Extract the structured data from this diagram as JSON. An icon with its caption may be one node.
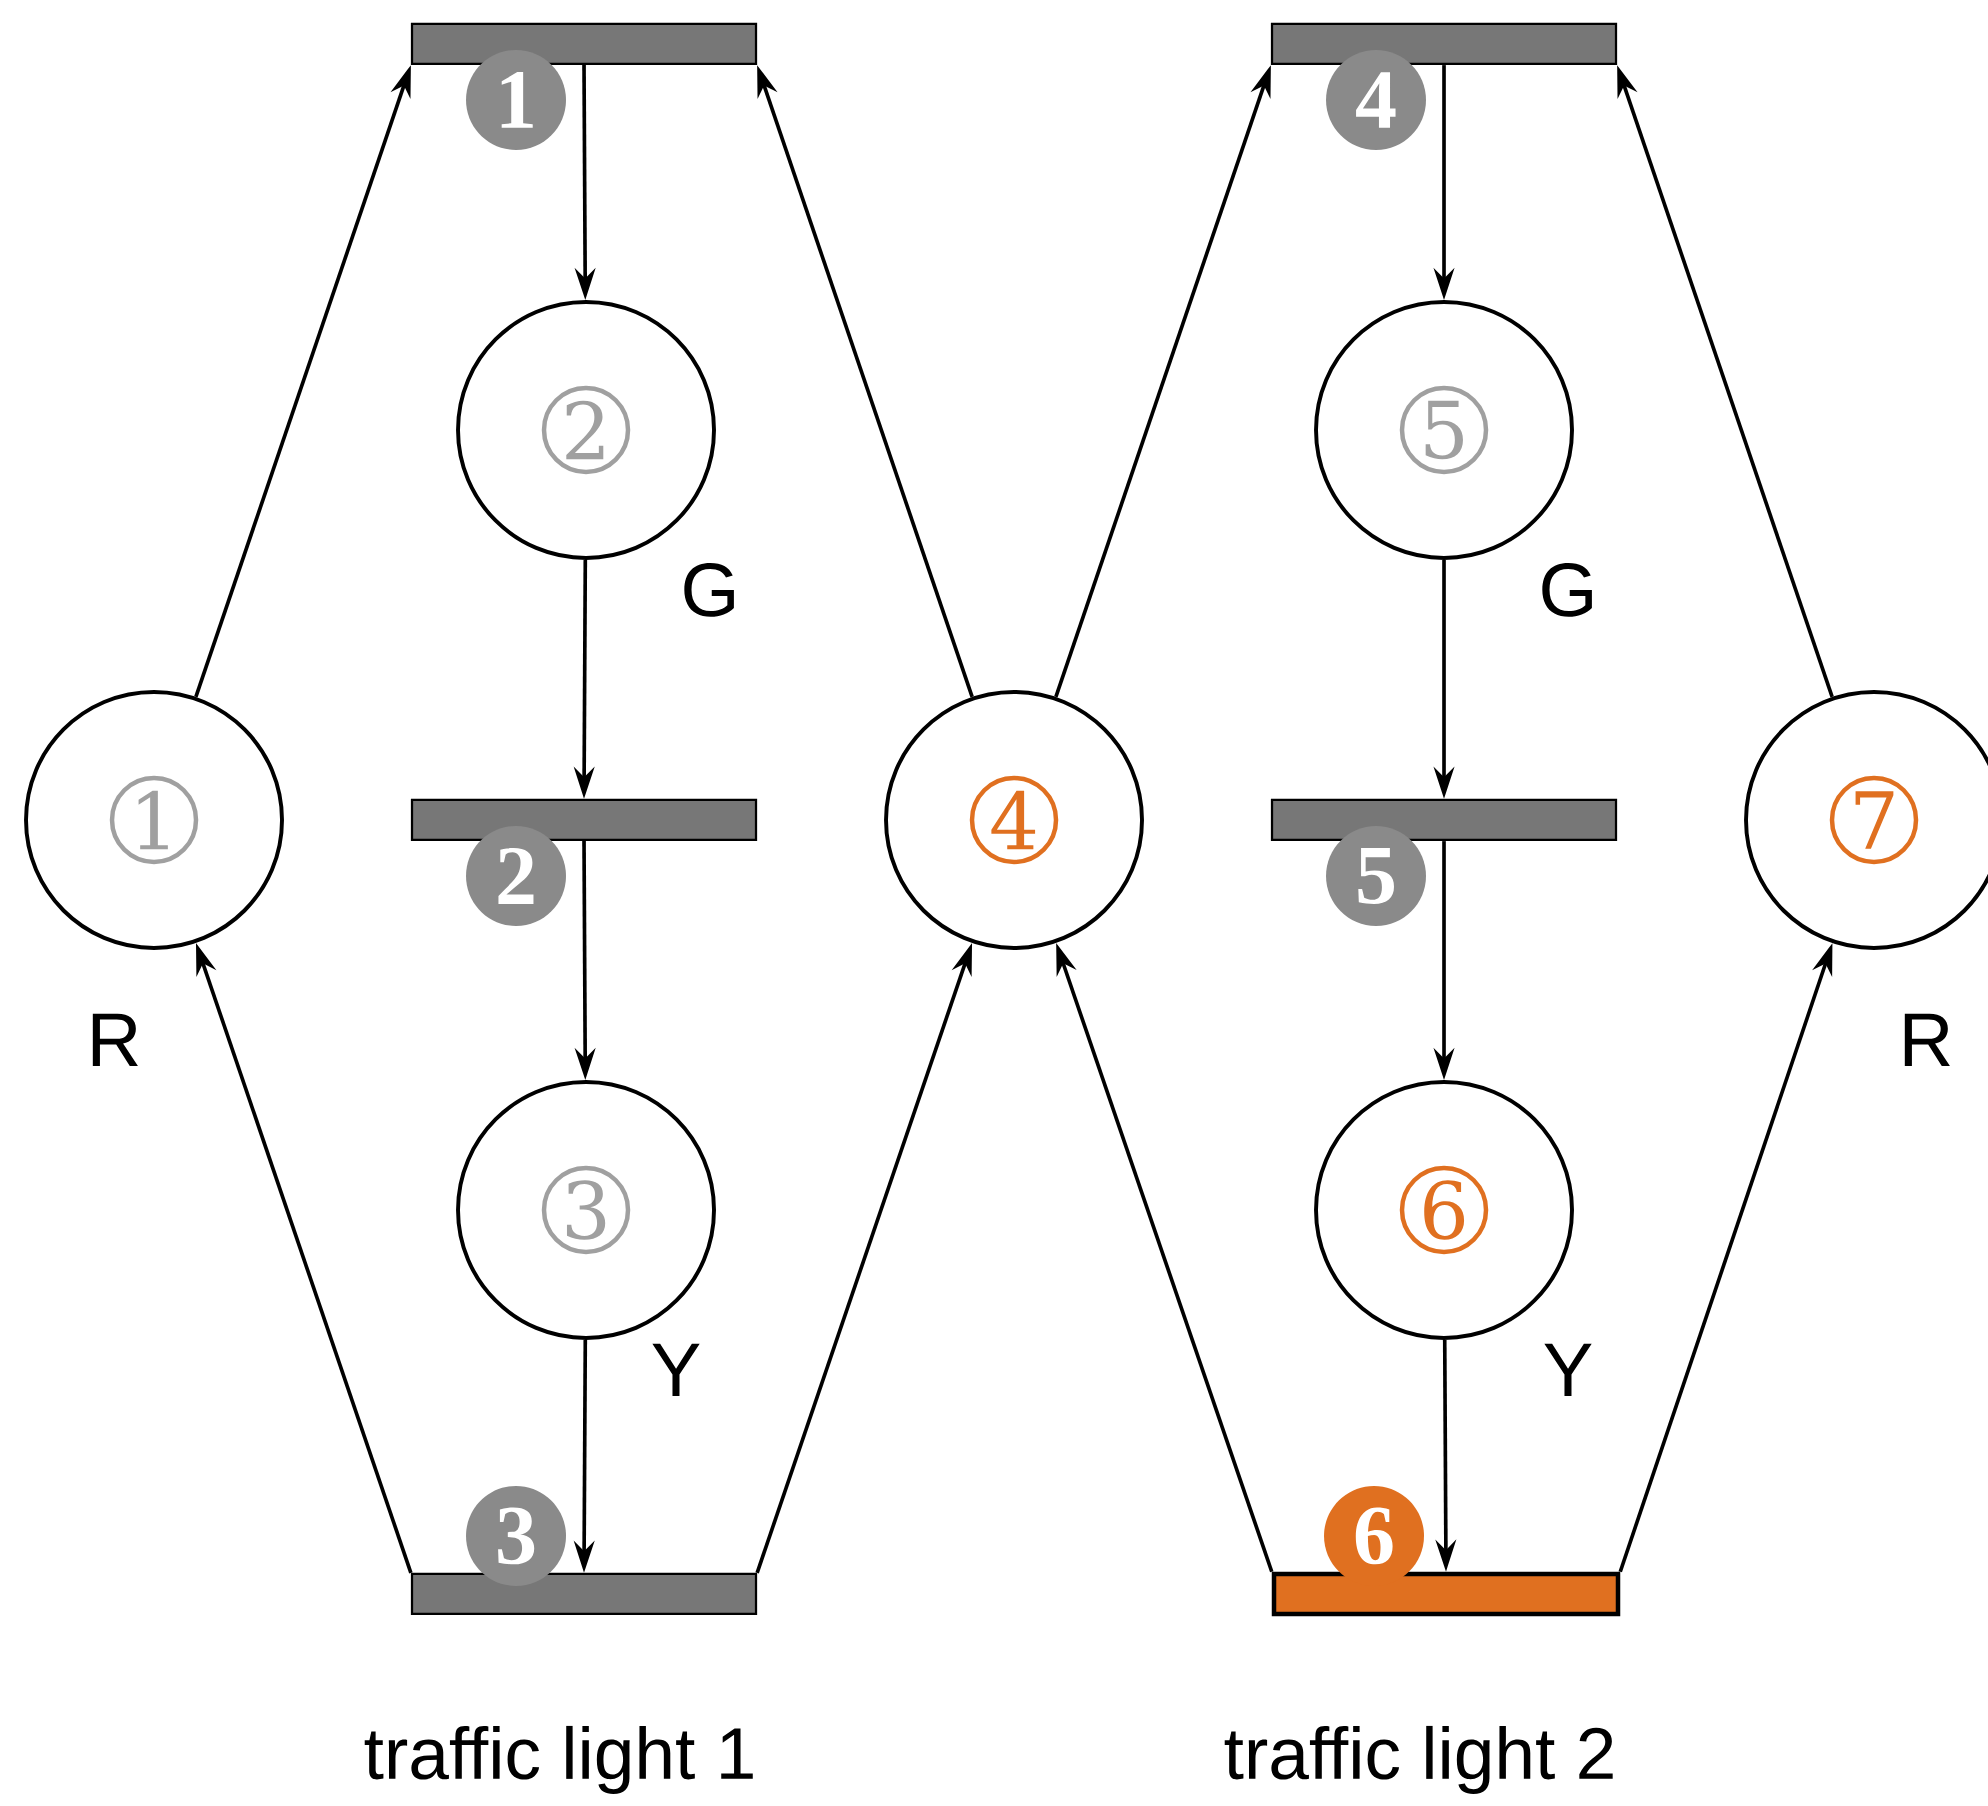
{
  "diagram": {
    "nodes": [
      {
        "text": [],
        "shape": "bar",
        "beside": [
          "1"
        ]
      },
      {
        "text": [],
        "shape": "bar",
        "beside": [
          "4"
        ]
      },
      {
        "text": [
          "2"
        ],
        "beside": [
          "G"
        ]
      },
      {
        "text": [
          "5"
        ],
        "beside": [
          "G"
        ]
      },
      {
        "text": [
          "1"
        ],
        "beside": [
          "R"
        ]
      },
      {
        "text": [],
        "shape": "bar",
        "beside": [
          "2"
        ]
      },
      {
        "text": [
          "4"
        ]
      },
      {
        "text": [],
        "shape": "bar",
        "beside": [
          "5"
        ]
      },
      {
        "text": [
          "7"
        ],
        "beside": [
          "R"
        ]
      },
      {
        "text": [
          "3"
        ],
        "beside": [
          "Y"
        ]
      },
      {
        "text": [
          "6"
        ],
        "beside": [
          "Y"
        ]
      },
      {
        "text": [],
        "shape": "bar",
        "beside": [
          "3"
        ]
      },
      {
        "text": [],
        "shape": "bar",
        "beside": [
          "6"
        ]
      }
    ],
    "edges": [
      {
        "from": 4,
        "to": 0,
        "arrow": "to"
      },
      {
        "from": 0,
        "to": 2,
        "arrow": "to"
      },
      {
        "from": 2,
        "to": 5,
        "arrow": "to"
      },
      {
        "from": 5,
        "to": 9,
        "arrow": "to"
      },
      {
        "from": 9,
        "to": 11,
        "arrow": "to"
      },
      {
        "from": 11,
        "to": 4,
        "arrow": "to"
      },
      {
        "from": 11,
        "to": 6,
        "arrow": "to"
      },
      {
        "from": 6,
        "to": 0,
        "arrow": "to"
      },
      {
        "from": 6,
        "to": 1,
        "arrow": "to"
      },
      {
        "from": 1,
        "to": 3,
        "arrow": "to"
      },
      {
        "from": 3,
        "to": 7,
        "arrow": "to"
      },
      {
        "from": 7,
        "to": 10,
        "arrow": "to"
      },
      {
        "from": 10,
        "to": 12,
        "arrow": "to"
      },
      {
        "from": 12,
        "to": 6,
        "arrow": "to"
      },
      {
        "from": 12,
        "to": 8,
        "arrow": "to"
      },
      {
        "from": 8,
        "to": 1,
        "arrow": "to"
      }
    ],
    "labels": [
      "traffic light 1",
      "traffic light 2"
    ]
  }
}
